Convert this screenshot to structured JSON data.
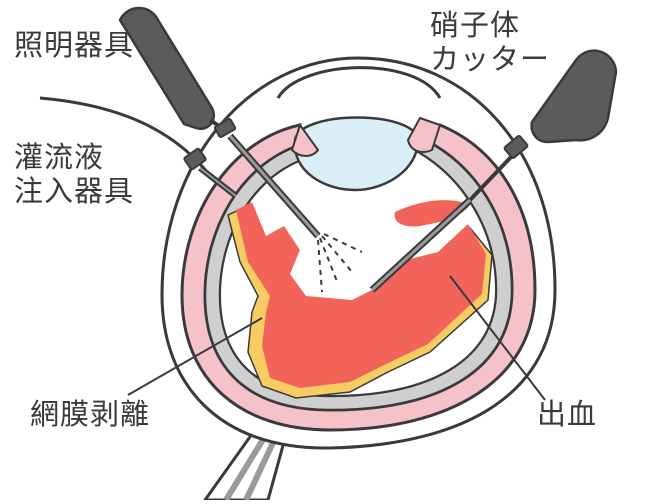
{
  "labels": {
    "illumination": "照明器具",
    "cutter": [
      "硝子体",
      "カッター"
    ],
    "infusion": [
      "灌流液",
      "注入器具"
    ],
    "detachment": "網膜剥離",
    "hemorrhage": "出血"
  },
  "colors": {
    "outline": "#3a3a3a",
    "sclera_pink": "#f4c2c8",
    "retina_gray": "#cfcfcf",
    "lens_blue": "#d9eef6",
    "detached_yellow": "#f7cc63",
    "hemorrhage_red": "#f2645a",
    "instrument_dark": "#5b5b5b"
  }
}
